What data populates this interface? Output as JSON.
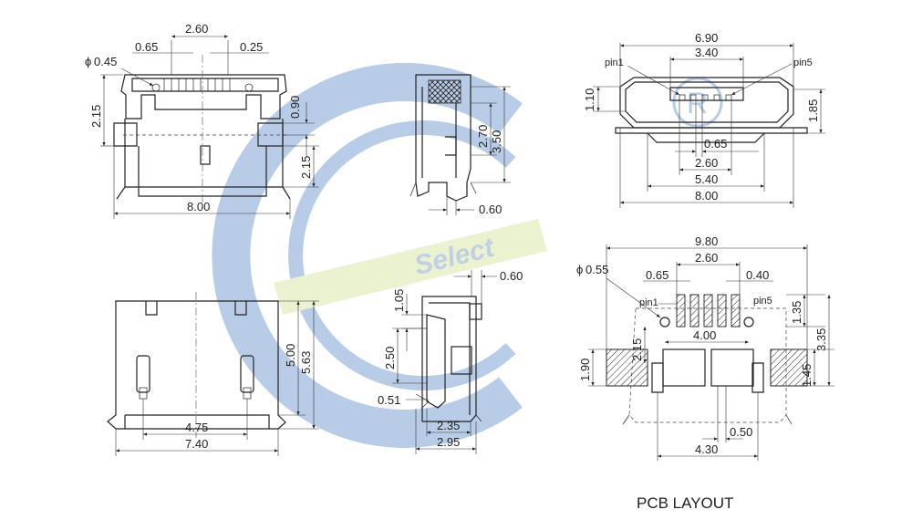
{
  "watermark": {
    "brand_text": "Select",
    "logo_color": "#4a6fb0",
    "accent_color": "#d9ea9a"
  },
  "front_view": {
    "dim_pin_pitch": "2.60",
    "dim_pin_width": "0.65",
    "dim_pin_gap": "0.25",
    "dim_hole_diameter": "0.45",
    "dim_tab_height": "2.15",
    "dim_lip": "0.90",
    "dim_lower_height": "2.15",
    "dim_overall_width": "8.00"
  },
  "side_view_top": {
    "dim_body": "2.70",
    "dim_overall": "3.50",
    "dim_bottom": "0.60"
  },
  "plug_front_view": {
    "dim_overall": "6.90",
    "dim_pins_span": "3.40",
    "pin1_label": "pin1",
    "pin5_label": "pin5",
    "dim_left": "1.10",
    "dim_right": "1.85",
    "dim_pitch": "0.65",
    "dim_inner": "2.60",
    "dim_shell": "5.40",
    "dim_width": "8.00"
  },
  "top_view": {
    "dim_depth": "5.00",
    "dim_overall": "5.63",
    "dim_holes": "4.75",
    "dim_width": "7.40"
  },
  "side_view_bottom": {
    "dim_top": "0.60",
    "dim_a": "1.05",
    "dim_b": "2.50",
    "dim_c": "0.51",
    "dim_d": "2.35",
    "dim_e": "2.95"
  },
  "pcb_layout": {
    "title": "PCB LAYOUT",
    "dim_overall": "9.80",
    "dim_pitch": "2.60",
    "dim_pad_width": "0.65",
    "dim_pad_gap": "0.40",
    "dim_hole": "0.55",
    "pin1_label": "pin1",
    "pin5_label": "pin5",
    "dim_pad_top": "1.35",
    "dim_pad_height": "3.35",
    "dim_center": "4.00",
    "dim_side": "2.15",
    "dim_tab": "1.90",
    "dim_tab_right": "1.45",
    "dim_small": "0.50",
    "dim_bottom": "4.30"
  }
}
